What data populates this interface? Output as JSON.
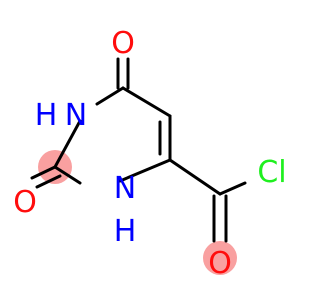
{
  "molecule": {
    "labels": {
      "O_top": "O",
      "NH_top": "N",
      "NH_top_h": "H",
      "O_left": "O",
      "NH_bottom": "N",
      "NH_bottom_h": "H",
      "Cl": "Cl",
      "O_bottom": "O"
    },
    "colors": {
      "oxygen": "#ff0d0d",
      "nitrogen": "#0000ff",
      "chlorine": "#1ff01f",
      "bond": "#000000",
      "highlight": "#f9a0a0"
    }
  }
}
